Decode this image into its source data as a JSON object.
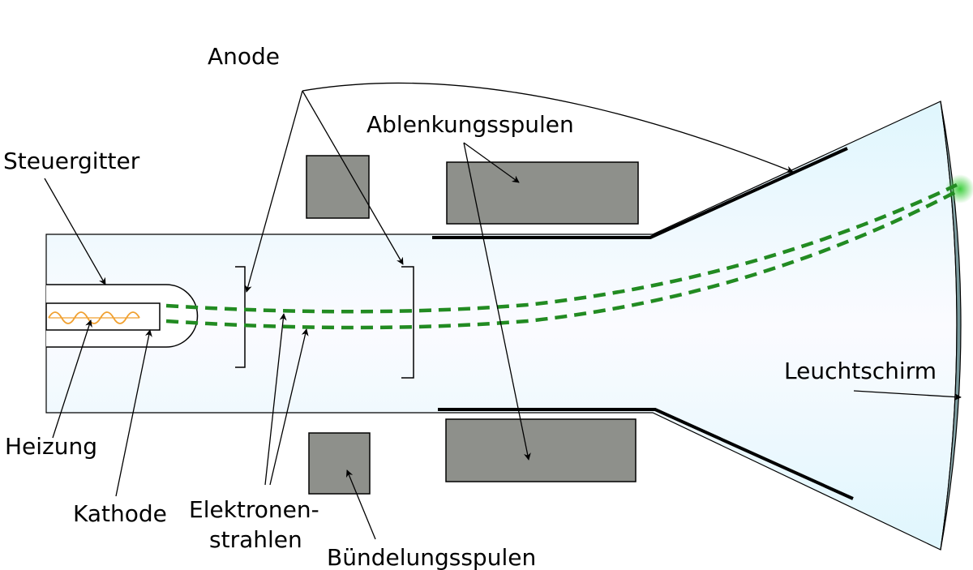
{
  "labels": {
    "anode": "Anode",
    "ablenkungsspulen": "Ablenkungsspulen",
    "steuergitter": "Steuergitter",
    "leuchtschirm": "Leuchtschirm",
    "heizung": "Heizung",
    "kathode": "Kathode",
    "elektronenstrahlen_line1": "Elektronen-",
    "elektronenstrahlen_line2": "strahlen",
    "buendelungsspulen": "Bündelungsspulen"
  },
  "colors": {
    "tube_fill": "#e6f8fd",
    "coil_fill": "#8e908b",
    "beam": "#228b22",
    "heater": "#f0a030",
    "screen_edge": "#8fb0b4",
    "glow": "#44cc44"
  }
}
